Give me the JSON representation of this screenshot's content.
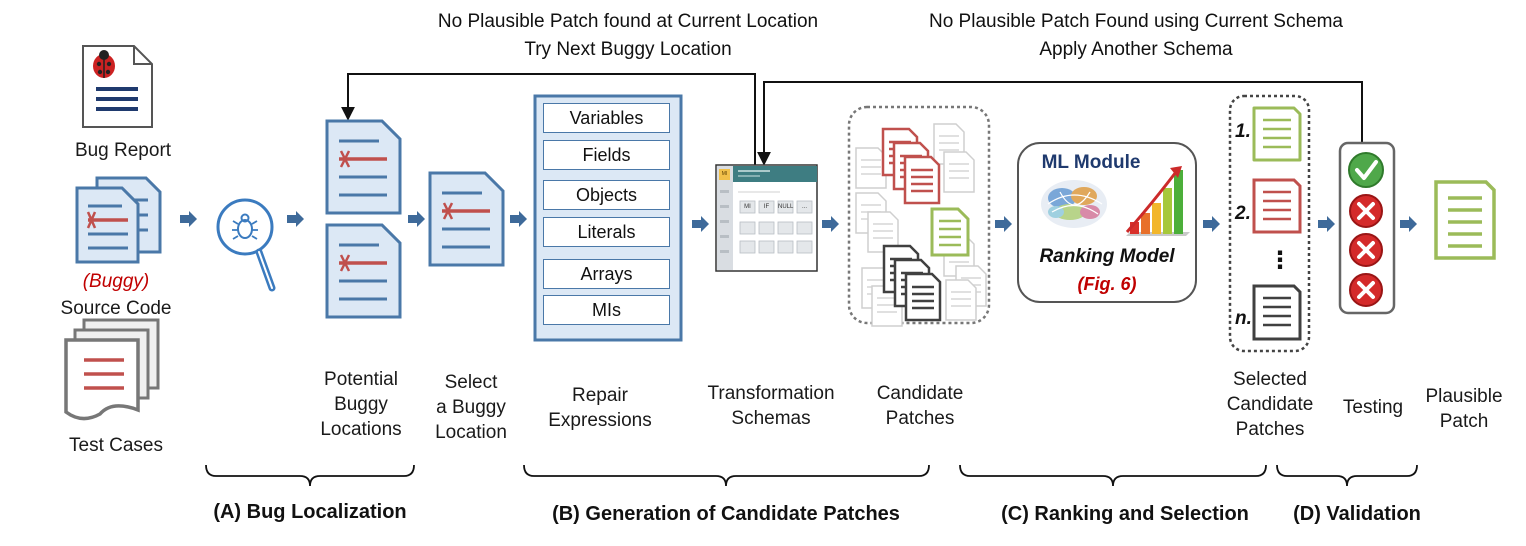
{
  "loop_messages": {
    "location": [
      "No Plausible Patch found at Current Location",
      "Try Next Buggy Location"
    ],
    "schema": [
      "No Plausible Patch Found using Current Schema",
      "Apply Another Schema"
    ]
  },
  "inputs": {
    "bug_report": "Bug Report",
    "buggy_tag": "(Buggy)",
    "source_code": "Source Code",
    "test_cases": "Test Cases"
  },
  "step_labels": {
    "potential": [
      "Potential",
      "Buggy",
      "Locations"
    ],
    "select": [
      "Select",
      "a Buggy",
      "Location"
    ],
    "repair": [
      "Repair",
      "Expressions"
    ],
    "schemas": [
      "Transformation",
      "Schemas"
    ],
    "candidates": [
      "Candidate",
      "Patches"
    ],
    "selected": [
      "Selected",
      "Candidate",
      "Patches"
    ],
    "testing": [
      "Testing"
    ],
    "plausible": [
      "Plausible",
      "Patch"
    ]
  },
  "repair_expressions": [
    "Variables",
    "Fields",
    "Objects",
    "Literals",
    "Arrays",
    "MIs"
  ],
  "schema_screen": {
    "badge": "MI",
    "buttons": [
      "MI",
      "IF",
      "NULL",
      "..."
    ]
  },
  "ml_module": {
    "title": "ML Module",
    "model": "Ranking Model",
    "figure_ref": "(Fig. 6)"
  },
  "ranks": [
    "1.",
    "2.",
    "⋮",
    "n."
  ],
  "phases": [
    "(A) Bug Localization",
    "(B) Generation of Candidate Patches",
    "(C) Ranking and Selection",
    "(D) Validation"
  ],
  "colors": {
    "doc_blue": "#4a78a8",
    "doc_fill": "#dce8f5",
    "red": "#c0504d",
    "green": "#9bbb59",
    "dark": "#404040",
    "accent_text": "#c00000",
    "ml_title": "#1f3a6e"
  }
}
